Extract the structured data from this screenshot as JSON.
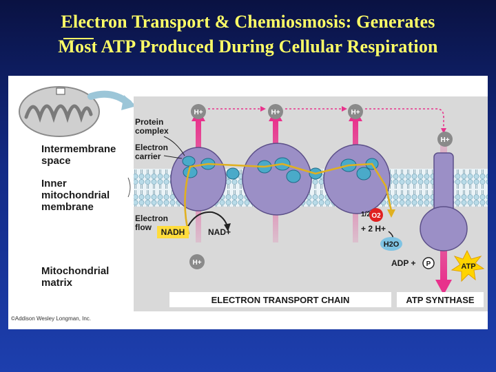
{
  "title": {
    "line1": "Electron Transport & Chemiosmosis: Generates",
    "line2": "Most ATP Produced During Cellular Respiration"
  },
  "labels": {
    "intermembrane": "Intermembrane space",
    "inner_membrane": "Inner mitochondrial membrane",
    "matrix": "Mitochondrial matrix",
    "protein_complex": "Protein complex",
    "electron_carrier": "Electron carrier",
    "electron_flow": "Electron flow"
  },
  "diagram": {
    "h_plus": "H+",
    "nadh": "NADH",
    "nad_plus": "NAD+",
    "half": "1/2",
    "o2": "O2",
    "two_h": "+ 2 H+",
    "h2o": "H2O",
    "adp": "ADP +",
    "p": "P",
    "atp": "ATP",
    "etc_label": "ELECTRON TRANSPORT CHAIN",
    "synthase_label": "ATP SYNTHASE"
  },
  "copyright": "©Addison Wesley Longman, Inc.",
  "colors": {
    "background_top": "#0a1242",
    "title": "#ffff66",
    "membrane": "#bcd8e4",
    "protein": "#9b8fc6",
    "carrier": "#4aaac9",
    "proton_arrow": "#e8328c",
    "electron_path": "#e0b020",
    "atp_burst": "#ffd400"
  }
}
